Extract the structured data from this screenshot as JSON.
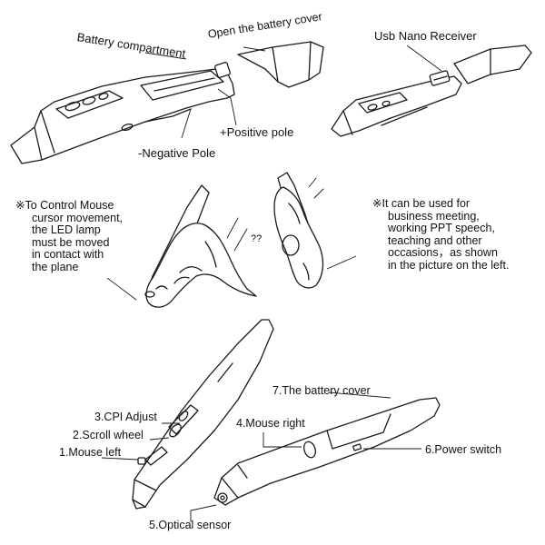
{
  "labels": {
    "battery_compartment": "Battery  compartment",
    "open_battery_cover": "Open the battery cover",
    "usb_nano_receiver": "Usb Nano Receiver",
    "positive_pole": "+Positive pole",
    "negative_pole": "-Negative Pole",
    "question_marks": "??",
    "cpi_adjust": "3.CPI Adjust",
    "scroll_wheel": "2.Scroll wheel",
    "mouse_left": "1.Mouse left",
    "battery_cover": "7.The battery cover",
    "mouse_right": "4.Mouse right",
    "power_switch": "6.Power switch",
    "optical_sensor": "5.Optical sensor"
  },
  "notes": {
    "left": [
      "※To Control Mouse",
      "cursor movement,",
      "the LED lamp",
      "must be moved",
      "in contact with",
      "the plane"
    ],
    "right": [
      "※It can be used for",
      "business meeting,",
      "working PPT speech,",
      "teaching and other",
      "occasions，as shown",
      "in the picture on the left."
    ]
  }
}
